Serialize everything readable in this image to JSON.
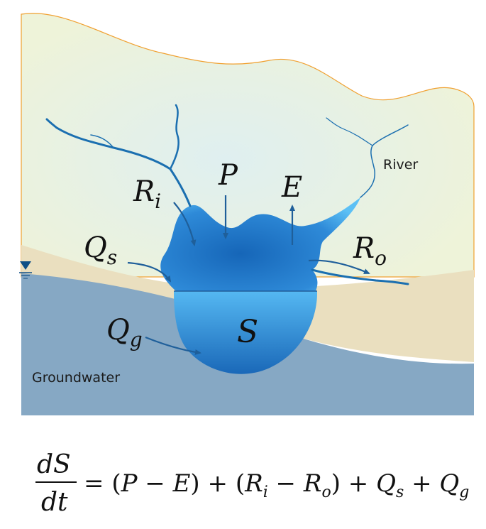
{
  "labels": {
    "precipitation": "P",
    "evaporation": "E",
    "inflow_runoff": "R",
    "inflow_runoff_sub": "i",
    "outflow_runoff": "R",
    "outflow_runoff_sub": "o",
    "surface_inflow": "Q",
    "surface_inflow_sub": "s",
    "groundwater_inflow": "Q",
    "groundwater_inflow_sub": "g",
    "storage": "S",
    "river": "River",
    "groundwater": "Groundwater"
  },
  "equation": {
    "numerator": "dS",
    "denominator": "dt",
    "rhs": {
      "eq": "=",
      "open1": "(",
      "P": "P",
      "minus1": "−",
      "E": "E",
      "close1": ")",
      "plus1": "+",
      "open2": "(",
      "R1": "R",
      "R1_sub": "i",
      "minus2": "−",
      "R2": "R",
      "R2_sub": "o",
      "close2": ")",
      "plus2": "+",
      "Q1": "Q",
      "Q1_sub": "s",
      "plus3": "+",
      "Q2": "Q",
      "Q2_sub": "g"
    }
  },
  "colors": {
    "land": "#eef3d9",
    "land_outline": "#f0a030",
    "soil": "#eadfbf",
    "groundwater": "#86a8c4",
    "lake_dark": "#1a6fbf",
    "lake_light": "#4bb3f0",
    "river": "#1b6fb0",
    "arrow": "#1f5f9a"
  }
}
